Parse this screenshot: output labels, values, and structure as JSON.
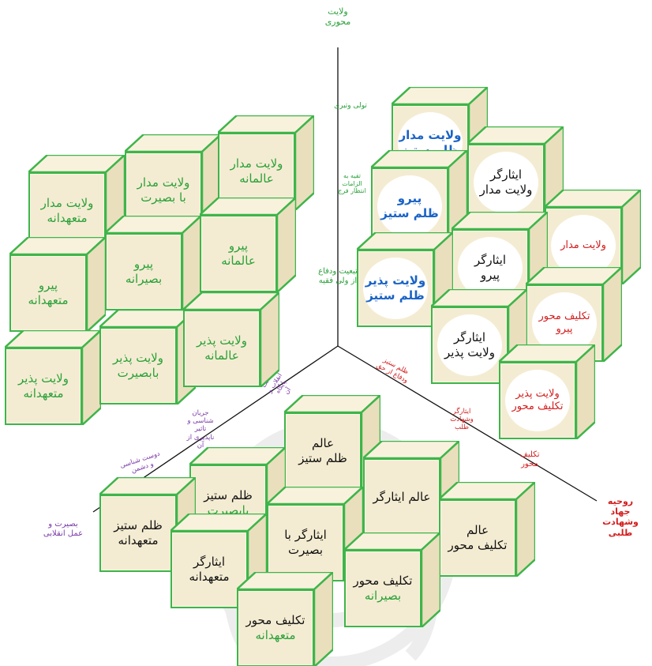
{
  "axis_labels": {
    "top": [
      "ولایت",
      "محوری"
    ],
    "tavalli": "تولی وتبری",
    "taqiyeh": [
      "تقیه به",
      "الزامات",
      "انتظار فرج"
    ],
    "tabaiyat": [
      "تبعیت ودفاع",
      "از ولی فقیه"
    ],
    "shenakht": [
      "شناخت",
      "انقلاب و",
      "پایگاه",
      "آن"
    ],
    "jaryan": [
      "جریان",
      "شناسی و",
      "تاثیر",
      "ناپذیری از",
      "آن"
    ],
    "doost": [
      "دوست شناسی",
      "و دشمن"
    ],
    "basirat": [
      "بصیرت و",
      "عمل انقلابی"
    ],
    "zolm": [
      "ظلم ستیز",
      "ودفاع از حق"
    ],
    "isar": [
      "ایثارگر",
      "وشهادت",
      "طلب"
    ],
    "taklif": [
      "تکلیف",
      "محور"
    ],
    "rouhiye": [
      "روحیه",
      "جهاد",
      "وشهادت",
      "طلبی"
    ]
  },
  "colors": {
    "green": "#2aa13a",
    "purple": "#7a3aa8",
    "red": "#d41d1d",
    "blue": "#1a63c6",
    "cube_face": "#f4ecd2",
    "cube_edge": "#3eb54a"
  },
  "cubes": {
    "left": [
      {
        "id": "l-mutahid-madar",
        "lines": [
          "ولایت مدار",
          "متعهدانه"
        ]
      },
      {
        "id": "l-basirat-madar",
        "lines": [
          "ولایت مدار",
          "با بصیرت"
        ]
      },
      {
        "id": "l-alim-madar",
        "lines": [
          "ولایت مدار",
          "عالمانه"
        ]
      },
      {
        "id": "l-mutahid-peyro",
        "lines": [
          "پیرو",
          "متعهدانه"
        ]
      },
      {
        "id": "l-basirat-peyro",
        "lines": [
          "پیرو",
          "بصیرانه"
        ]
      },
      {
        "id": "l-alim-peyro",
        "lines": [
          "پیرو",
          "عالمانه"
        ]
      },
      {
        "id": "l-mutahid-paziz",
        "lines": [
          "ولایت پذیر",
          "متعهدانه"
        ]
      },
      {
        "id": "l-basirat-paziz",
        "lines": [
          "ولایت پذیر",
          "بابصیرت"
        ]
      },
      {
        "id": "l-alim-paziz",
        "lines": [
          "ولایت پذیر",
          "عالمانه"
        ]
      }
    ],
    "right": [
      {
        "id": "r-madar-zolm",
        "lines": [
          "ولایت مدار",
          "ظلم ستیز"
        ]
      },
      {
        "id": "r-isar-madar",
        "lines": [
          "ایثارگر",
          "ولایت مدار"
        ]
      },
      {
        "id": "r-peyro-zolm",
        "lines": [
          "پیرو",
          "ظلم ستیز"
        ]
      },
      {
        "id": "r-taklif-madar",
        "lines": [
          "ولایت مدار"
        ]
      },
      {
        "id": "r-isar-peyro",
        "lines": [
          "ایثارگر",
          "پیرو"
        ]
      },
      {
        "id": "r-paziz-zolm",
        "lines": [
          "ولایت پذیر",
          "ظلم ستیز"
        ]
      },
      {
        "id": "r-taklif-peyro",
        "lines": [
          "تکلیف محور",
          "پیرو"
        ]
      },
      {
        "id": "r-isar-paziz",
        "lines": [
          "ایثارگر",
          "ولایت پذیر"
        ]
      },
      {
        "id": "r-taklif-paziz",
        "lines": [
          "ولایت پذیر",
          "تکلیف محور"
        ]
      }
    ],
    "bottom": [
      {
        "id": "b-alim-zolm",
        "lines": [
          "عالم",
          "ظلم ستیز"
        ]
      },
      {
        "id": "b-basirat-zolm",
        "lines": [
          "ظلم ستیز",
          "بابصیرت"
        ]
      },
      {
        "id": "b-alim-isar",
        "lines": [
          "عالم ایثارگر"
        ]
      },
      {
        "id": "b-mutahid-zolm",
        "lines": [
          "ظلم ستیز",
          "متعهدانه"
        ]
      },
      {
        "id": "b-basirat-isar",
        "lines": [
          "ایثارگر با",
          "بصیرت"
        ]
      },
      {
        "id": "b-alim-taklif",
        "lines": [
          "عالم",
          "تکلیف محور"
        ]
      },
      {
        "id": "b-mutahid-isar",
        "lines": [
          "ایثارگر",
          "متعهدانه"
        ]
      },
      {
        "id": "b-basirat-taklif",
        "lines": [
          "تکلیف محور",
          "بصیرانه"
        ]
      },
      {
        "id": "b-mutahid-taklif",
        "lines": [
          "تکلیف محور",
          "متعهدانه"
        ]
      }
    ]
  }
}
